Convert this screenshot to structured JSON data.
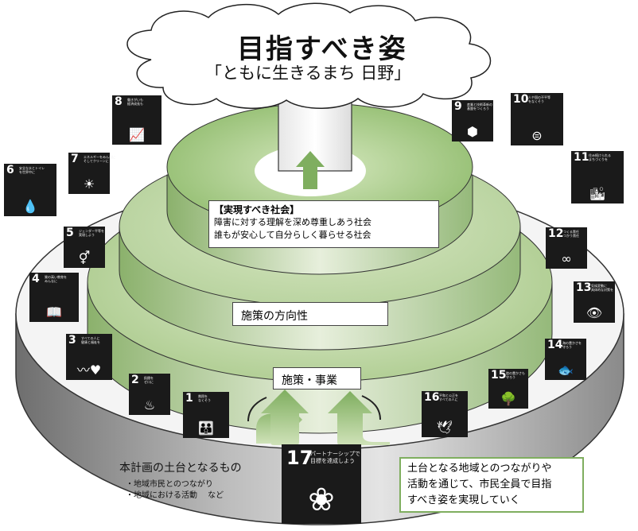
{
  "title": "目指すべき姿",
  "subtitle": "「ともに生きるまち 日野」",
  "society_box": {
    "heading": "【実現すべき社会】",
    "line1": "障害に対する理解を深め尊重しあう社会",
    "line2": "誰もが安心して自分らしく暮らせる社会"
  },
  "tier_policy_direction": "施策の方向性",
  "tier_measures": "施策・事業",
  "foundation": {
    "heading": "本計画の土台となるもの",
    "item1": "・地域市民とのつながり",
    "item2": "・地域における活動　 など"
  },
  "result_box": {
    "line1": "土台となる地域とのつながりや",
    "line2": "活動を通じて、市民全員で目指",
    "line3": "すべき姿を実現していく"
  },
  "colors": {
    "green_light": "#dfeccc",
    "green_mid": "#a9c98a",
    "green_dark": "#7fae5f",
    "base_grey": "#cfcfcf",
    "sdg_black": "#1a1a1a"
  },
  "sdgs": [
    {
      "num": "1",
      "label": "貧困を\nなくそう",
      "icon": "family-icon",
      "glyph": "👪"
    },
    {
      "num": "2",
      "label": "飢餓を\nゼロに",
      "icon": "bowl-icon",
      "glyph": "♨"
    },
    {
      "num": "3",
      "label": "すべての人に\n健康と福祉を",
      "icon": "heartbeat-icon",
      "glyph": "〰♥"
    },
    {
      "num": "4",
      "label": "質の高い教育を\nみんなに",
      "icon": "book-icon",
      "glyph": "📖"
    },
    {
      "num": "5",
      "label": "ジェンダー平等を\n実現しよう",
      "icon": "gender-icon",
      "glyph": "⚥"
    },
    {
      "num": "6",
      "label": "安全な水とトイレ\nを世界中に",
      "icon": "water-drop-icon",
      "glyph": "💧"
    },
    {
      "num": "7",
      "label": "エネルギーをみんなに\nそしてクリーンに",
      "icon": "sun-icon",
      "glyph": "☀"
    },
    {
      "num": "8",
      "label": "働きがいも\n経済成長も",
      "icon": "growth-chart-icon",
      "glyph": "📈"
    },
    {
      "num": "9",
      "label": "産業と技術革新の\n基盤をつくろう",
      "icon": "cubes-icon",
      "glyph": "⬢"
    },
    {
      "num": "10",
      "label": "人や国の不平等\nをなくそう",
      "icon": "equality-icon",
      "glyph": "⊜"
    },
    {
      "num": "11",
      "label": "住み続けられる\nまちづくりを",
      "icon": "city-icon",
      "glyph": "🏙"
    },
    {
      "num": "12",
      "label": "つくる責任\nつかう責任",
      "icon": "infinity-icon",
      "glyph": "∞"
    },
    {
      "num": "13",
      "label": "気候変動に\n具体的な対策を",
      "icon": "eye-globe-icon",
      "glyph": "👁"
    },
    {
      "num": "14",
      "label": "海の豊かさを\n守ろう",
      "icon": "fish-icon",
      "glyph": "🐟"
    },
    {
      "num": "15",
      "label": "陸の豊かさも\n守ろう",
      "icon": "tree-icon",
      "glyph": "🌳"
    },
    {
      "num": "16",
      "label": "平和と公正を\nすべての人に",
      "icon": "dove-icon",
      "glyph": "🕊"
    },
    {
      "num": "17",
      "label": "パートナーシップで\n目標を達成しよう",
      "icon": "rings-icon",
      "glyph": "❀"
    }
  ]
}
